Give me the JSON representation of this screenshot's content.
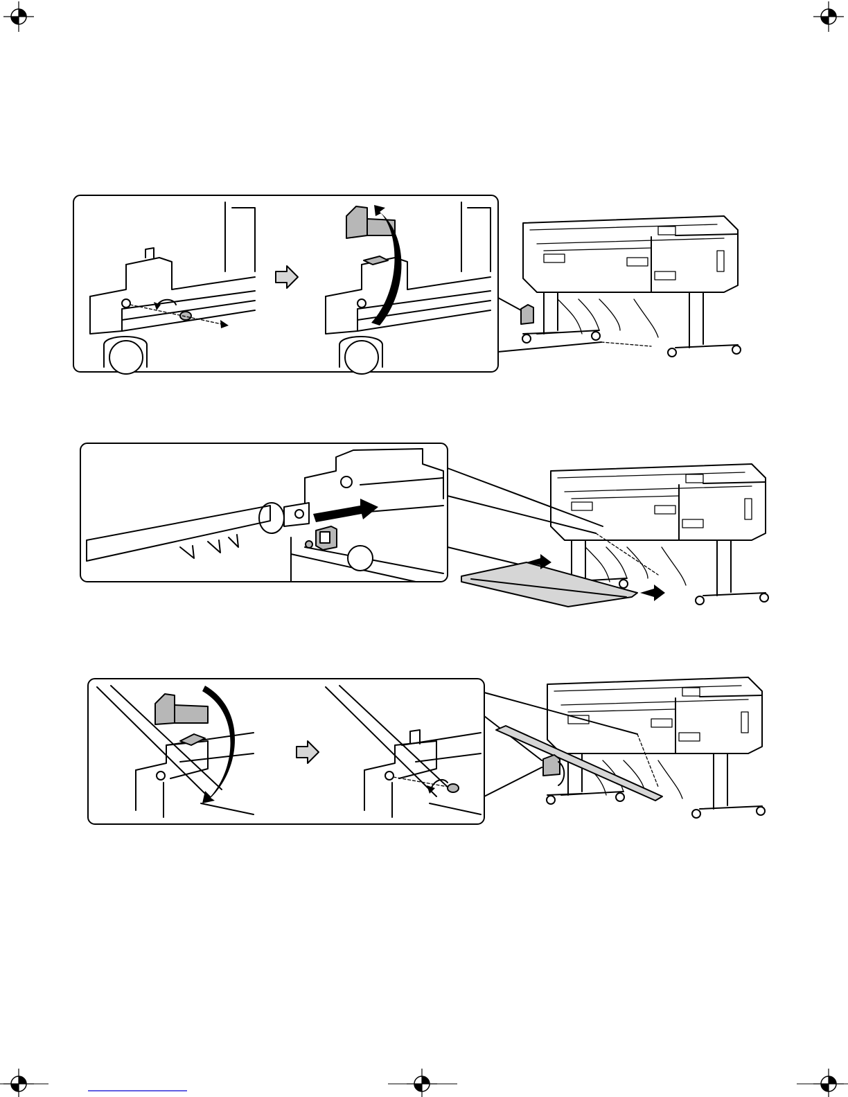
{
  "document": {
    "type": "assembly-instructions-page",
    "footer_rule": "",
    "steps": [
      {
        "id": "step-1",
        "description_visible": false
      },
      {
        "id": "step-2",
        "description_visible": false
      },
      {
        "id": "step-3",
        "description_visible": false
      }
    ]
  },
  "icons": {
    "registration_mark": "crosshair-registration-icon",
    "next_arrow": "outline-right-arrow-icon",
    "move_arrow": "solid-right-arrow-icon",
    "rotate_arrow": "curved-rotation-arrow-icon"
  },
  "colors": {
    "ink": "#000000",
    "shade_dark": "#b7b7b7",
    "shade_light": "#d6d6d6",
    "footer_link": "#2a2ad8"
  }
}
